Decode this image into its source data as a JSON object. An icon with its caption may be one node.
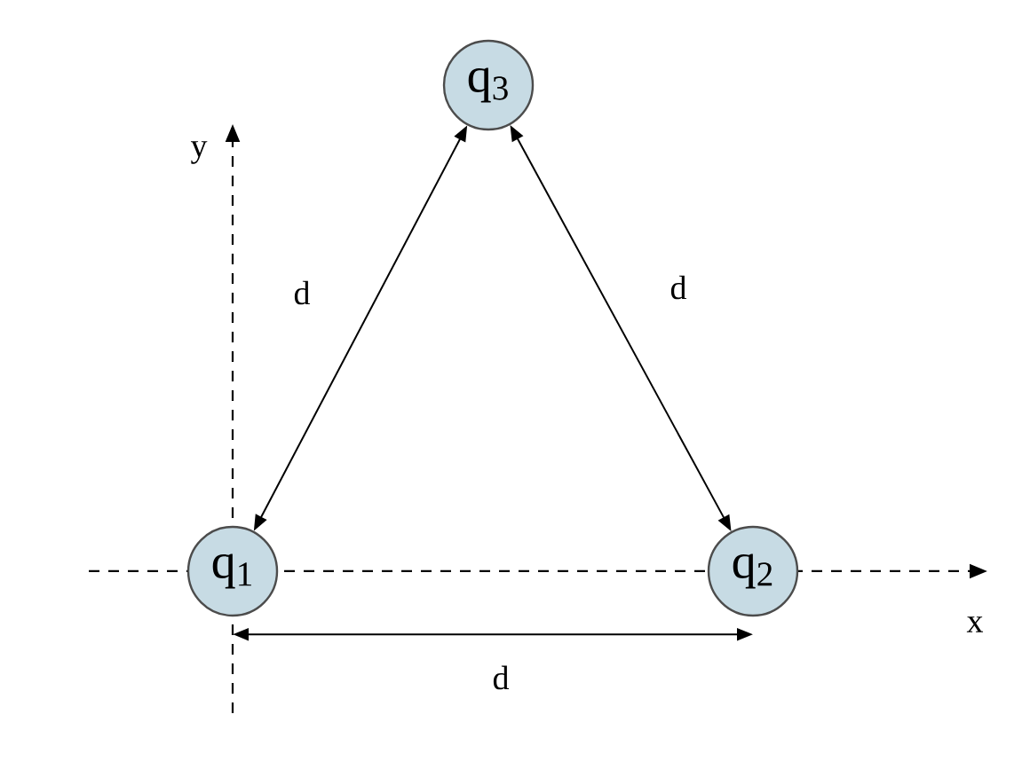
{
  "diagram": {
    "nodes": [
      {
        "text": [
          "q$_{1}$"
        ]
      },
      {
        "text": [
          "q$_{2}$"
        ]
      },
      {
        "text": [
          "q$_{3}$"
        ]
      }
    ],
    "edges": [
      {
        "from": 0,
        "to": 2,
        "arrow": "both",
        "label": "d"
      },
      {
        "from": 2,
        "to": 1,
        "arrow": "both",
        "label": "d"
      },
      {
        "from": 0,
        "to": 1,
        "arrow": "both",
        "label": "d"
      }
    ],
    "labels": [
      "y",
      "x"
    ]
  }
}
